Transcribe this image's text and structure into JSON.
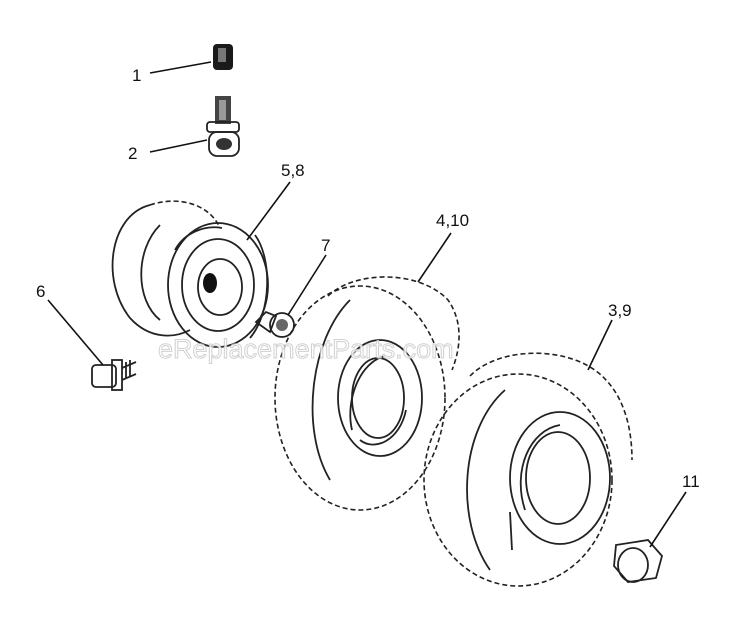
{
  "watermark": "eReplacementParts.com",
  "callouts": [
    {
      "id": "c1",
      "text": "1"
    },
    {
      "id": "c2",
      "text": "2"
    },
    {
      "id": "c58",
      "text": "5,8"
    },
    {
      "id": "c6",
      "text": "6"
    },
    {
      "id": "c7",
      "text": "7"
    },
    {
      "id": "c410",
      "text": "4,10"
    },
    {
      "id": "c39",
      "text": "3,9"
    },
    {
      "id": "c11",
      "text": "11"
    }
  ]
}
